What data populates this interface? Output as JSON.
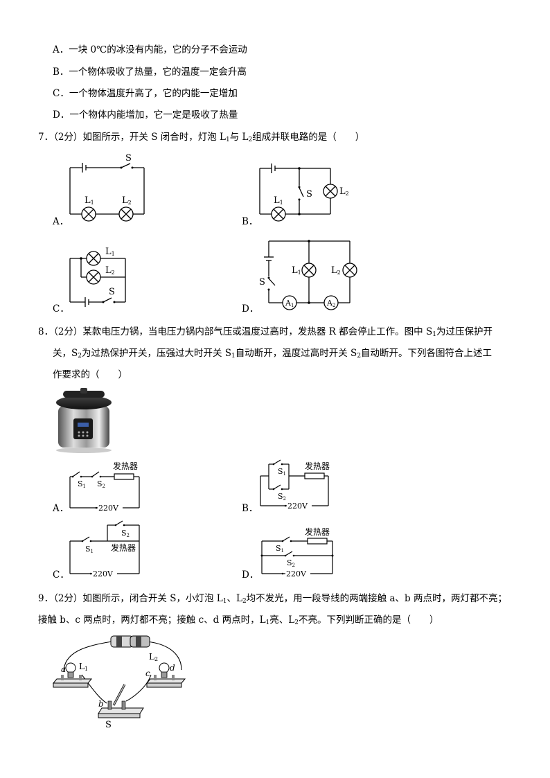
{
  "q6": {
    "options": [
      "A．一块 0℃的冰没有内能，它的分子不会运动",
      "B．一个物体吸收了热量，它的温度一定会升高",
      "C．一个物体温度升高了，它的内能一定增加",
      "D．一个物体内能增加，它一定是吸收了热量"
    ]
  },
  "q7": {
    "stem_a": "7．（2分）如图所示，开关 S 闭合时，灯泡 L",
    "stem_b": "与 L",
    "stem_c": "组成并联电路的是（　　）",
    "sub1": "1",
    "sub2": "2",
    "labels": [
      "A．",
      "B．",
      "C．",
      "D．"
    ],
    "diagram": {
      "switch": "S",
      "lamp1": "L",
      "lamp2": "L",
      "sub1": "1",
      "sub2": "2",
      "ammeter": "A"
    }
  },
  "q8": {
    "line1_a": "8．（2分）某款电压力锅，当电压力锅内部气压或温度过高时，发热器 R 都会停止工作。图中 S",
    "line1_b": "为过压保护开",
    "line2_a": "关，S",
    "line2_b": "为过热保护开关，压强过大时开关 S",
    "line2_c": "自动断开，温度过高时开关 S",
    "line2_d": "自动断开。下列各图符合上述工",
    "line3": "作要求的（　　）",
    "sub1": "1",
    "sub2": "2",
    "labels": [
      "A．",
      "B．",
      "C．",
      "D．"
    ],
    "diagram": {
      "heater": "发热器",
      "voltage": "220V",
      "s": "S",
      "sub1": "1",
      "sub2": "2"
    }
  },
  "q9": {
    "line1_a": "9．（2分）如图所示，闭合开关 S，小灯泡 L",
    "line1_b": "、L",
    "line1_c": "均不发光，用一段导线的两端接触 a、b 两点时，两灯都不亮；",
    "line2_a": "接触 b、c 两点时，两灯都不亮；接触 c、d 两点时，L",
    "line2_b": "亮、L",
    "line2_c": "不亮。下列判断正确的是（　　）",
    "sub1": "1",
    "sub2": "2",
    "diagram": {
      "a": "a",
      "b": "b",
      "c": "c",
      "d": "d",
      "L": "L",
      "sub1": "1",
      "sub2": "2",
      "S": "S"
    }
  }
}
